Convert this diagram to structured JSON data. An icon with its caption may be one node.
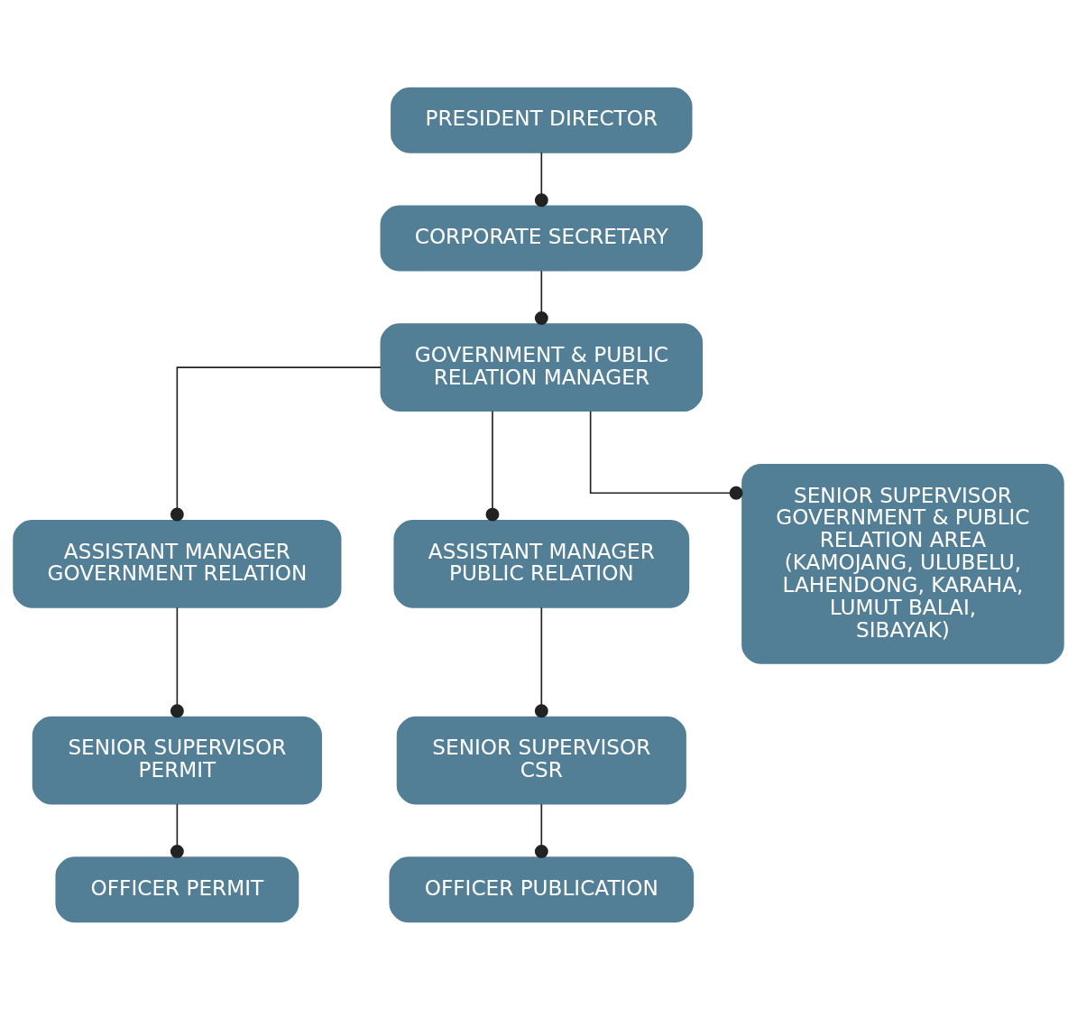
{
  "diagram": {
    "nodes": [
      {
        "text": [
          "PRESIDENT DIRECTOR"
        ]
      },
      {
        "text": [
          "CORPORATE SECRETARY"
        ]
      },
      {
        "text": [
          "GOVERNMENT & PUBLIC RELATION MANAGER"
        ]
      },
      {
        "text": [
          "ASSISTANT MANAGER GOVERNMENT RELATION"
        ]
      },
      {
        "text": [
          "ASSISTANT MANAGER PUBLIC RELATION"
        ]
      },
      {
        "text": [
          "SENIOR SUPERVISOR GOVERNMENT & PUBLIC RELATION AREA (KAMOJANG, ULUBELU, LAHENDONG, KARAHA, LUMUT BALAI, SIBAYAK)"
        ]
      },
      {
        "text": [
          "SENIOR SUPERVISOR PERMIT"
        ]
      },
      {
        "text": [
          "SENIOR SUPERVISOR CSR"
        ]
      },
      {
        "text": [
          "OFFICER PERMIT"
        ]
      },
      {
        "text": [
          "OFFICER PUBLICATION"
        ]
      }
    ],
    "edges": [
      {
        "from": 0,
        "to": 1,
        "arrow": "other"
      },
      {
        "from": 1,
        "to": 2,
        "arrow": "other"
      },
      {
        "from": 2,
        "to": 3,
        "arrow": "other"
      },
      {
        "from": 2,
        "to": 4,
        "arrow": "other"
      },
      {
        "from": 2,
        "to": 5,
        "arrow": "other"
      },
      {
        "from": 3,
        "to": 6,
        "arrow": "other"
      },
      {
        "from": 4,
        "to": 7,
        "arrow": "other"
      },
      {
        "from": 6,
        "to": 8,
        "arrow": "other"
      },
      {
        "from": 7,
        "to": 9,
        "arrow": "other"
      }
    ]
  }
}
